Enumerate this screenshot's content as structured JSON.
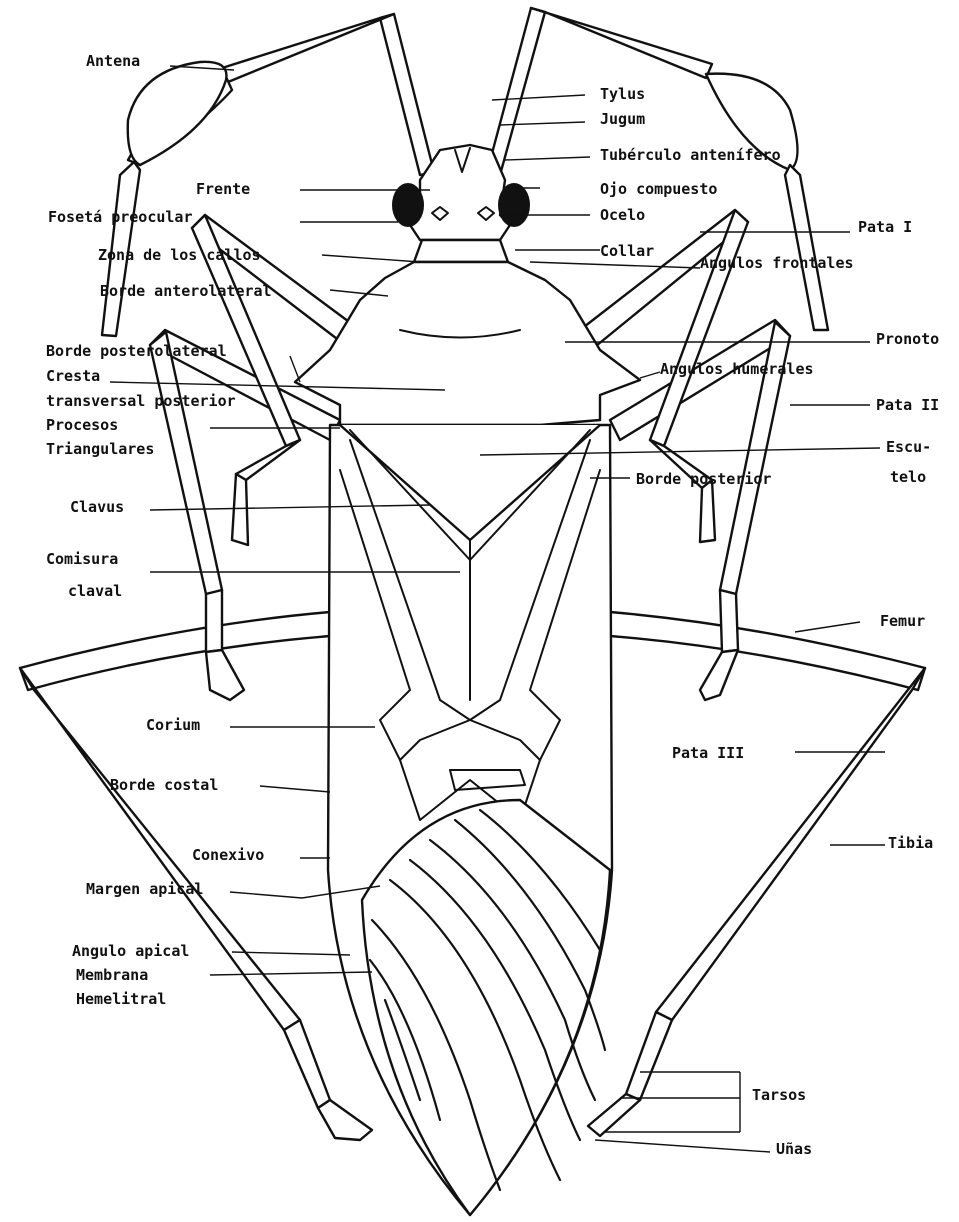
{
  "labels": {
    "antena": "Antena",
    "tylus": "Tylus",
    "jugum": "Jugum",
    "tuberculo": "Tubérculo antenífero",
    "frente": "Frente",
    "ojo": "Ojo compuesto",
    "fosetta": "Fosetá preocular",
    "ocelo": "Ocelo",
    "pata1": "Pata I",
    "zona": "Zona de los callos",
    "collar": "Collar",
    "angulos_frontales": "Angulos frontales",
    "borde_anterolateral": "Borde anterolateral",
    "pronoto": "Pronoto",
    "borde_posterolateral": "Borde posterolateral",
    "cresta": "Cresta",
    "transversal": "transversal posterior",
    "angulos_humerales": "Angulos humerales",
    "pata2": "Pata II",
    "procesos": "Procesos",
    "triangulares": "Triangulares",
    "escu": "Escu-",
    "telo": "telo",
    "borde_posterior": "Borde posterior",
    "clavus": "Clavus",
    "comisura": "Comisura",
    "claval": "claval",
    "femur": "Femur",
    "corium": "Corium",
    "pata3": "Pata III",
    "borde_costal": "Borde costal",
    "conexivo": "Conexivo",
    "tibia": "Tibia",
    "margen_apical": "Margen apical",
    "angulo_apical": "Angulo apical",
    "membrana": "Membrana",
    "hemelitral": "Hemelitral",
    "tarsos": "Tarsos",
    "unas": "Uñas"
  }
}
